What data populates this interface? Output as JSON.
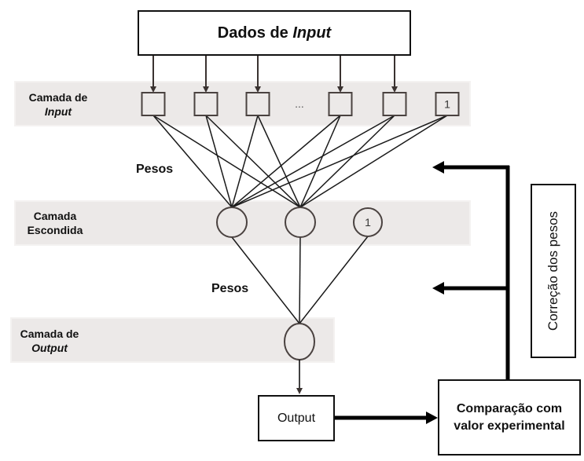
{
  "title": {
    "prefix": "Dados de ",
    "emphasis": "Input"
  },
  "layers": {
    "input": {
      "line1": "Camada de",
      "line2": "Input"
    },
    "hidden": {
      "line1": "Camada",
      "line2": "Escondida"
    },
    "output": {
      "line1": "Camada de",
      "line2": "Output"
    }
  },
  "weights_labels": [
    "Pesos",
    "Pesos"
  ],
  "input_nodes": [
    {
      "label": "",
      "fed": true
    },
    {
      "label": "",
      "fed": true
    },
    {
      "label": "",
      "fed": true
    },
    {
      "label": "",
      "fed": true
    },
    {
      "label": "",
      "fed": true
    },
    {
      "label": "1",
      "fed": false
    }
  ],
  "input_ellipsis": "...",
  "hidden_nodes": [
    {
      "label": "",
      "receives_inputs": true
    },
    {
      "label": "",
      "receives_inputs": true
    },
    {
      "label": "1",
      "receives_inputs": false
    }
  ],
  "output_nodes": [
    {
      "label": ""
    }
  ],
  "output_box": "Output",
  "comparison_box": {
    "line1": "Comparação com",
    "line2": "valor experimental"
  },
  "correction_box": "Correção dos pesos",
  "colors": {
    "band": "#ece9e8",
    "stroke": "#111111",
    "node_stroke": "#4a4240"
  }
}
